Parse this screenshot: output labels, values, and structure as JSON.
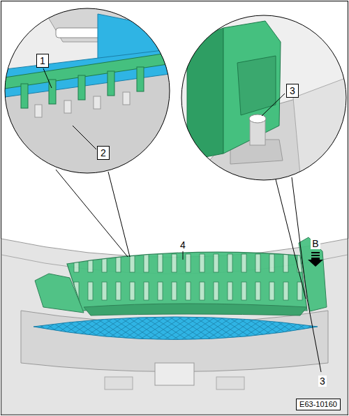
{
  "diagram": {
    "labels": [
      "1",
      "2",
      "3",
      "4",
      "B",
      "3",
      "E63-10160"
    ]
  }
}
